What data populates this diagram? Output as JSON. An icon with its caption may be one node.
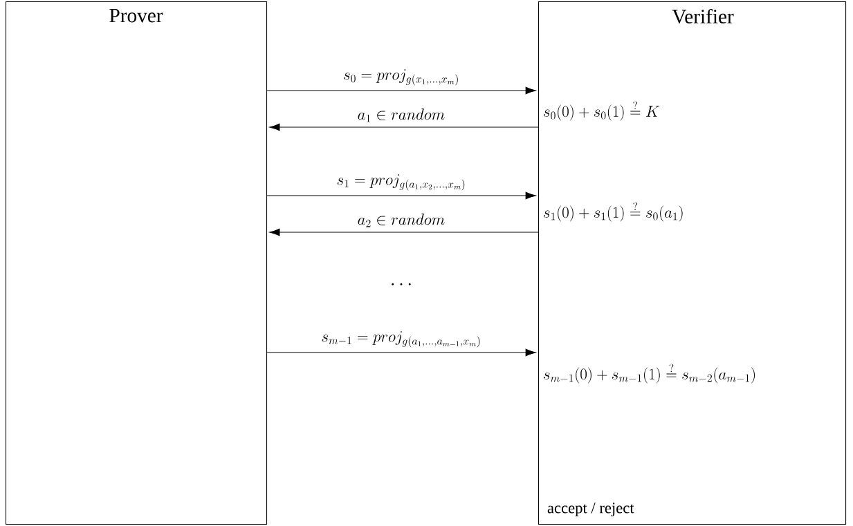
{
  "diagram": {
    "nodes": [
      {
        "text": [
          "Prover"
        ]
      },
      {
        "text": [
          "Verifier",
          "s_0(0) + s_0(1) \\stackrel{?}{=} K",
          "s_1(0) + s_1(1) \\stackrel{?}{=} s_0(a_1)",
          "s_{m-1}(0) + s_{m-1}(1) \\stackrel{?}{=} s_{m-2}(a_{m-1})",
          "accept / reject"
        ]
      }
    ],
    "edges": [
      {
        "from": 0,
        "to": 1,
        "arrow": "to",
        "label": "s_0 = proj_{g(x_1,\\ldots,x_m)}"
      },
      {
        "from": 1,
        "to": 0,
        "arrow": "to",
        "label": "a_1 \\in random"
      },
      {
        "from": 0,
        "to": 1,
        "arrow": "to",
        "label": "s_1 = proj_{g(a_1,x_2,\\ldots,x_m)}"
      },
      {
        "from": 1,
        "to": 0,
        "arrow": "to",
        "label": "a_2 \\in random"
      },
      {
        "from": 0,
        "to": 1,
        "arrow": "to",
        "label": "s_{m-1} = proj_{g(a_1,\\ldots,a_{m-1},x_m)}"
      }
    ],
    "labels": [
      "\\cdots"
    ]
  }
}
